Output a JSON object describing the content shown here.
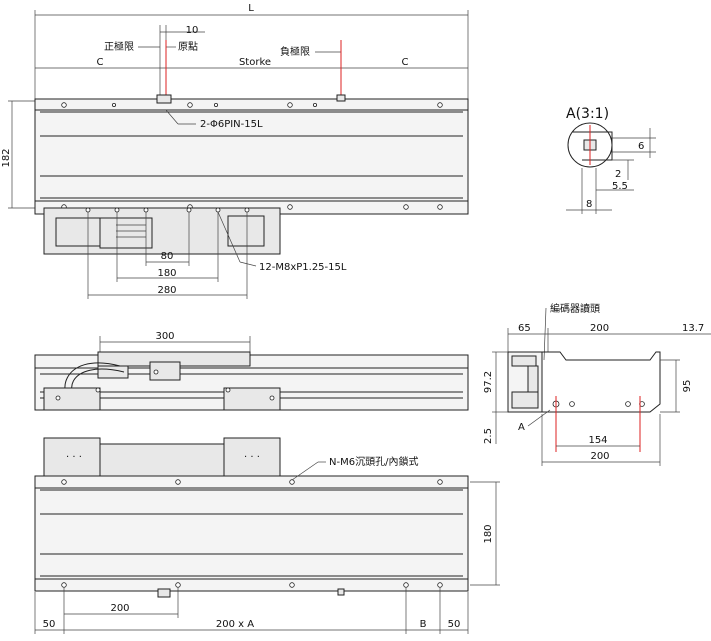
{
  "labels": {
    "L": "L",
    "d10": "10",
    "pos_limit": "正極限",
    "origin": "原點",
    "neg_limit": "負極限",
    "c_left": "C",
    "stroke": "Storke",
    "c_right": "C",
    "h182": "182",
    "pin": "2-Φ6PIN-15L",
    "d80": "80",
    "d180": "180",
    "d280": "280",
    "tap": "12-M8xP1.25-15L",
    "detail": "A(3:1)",
    "det6": "6",
    "det2": "2",
    "det55": "5.5",
    "det8": "8",
    "d300": "300",
    "encoder": "編碼器讀頭",
    "e65": "65",
    "e200": "200",
    "e137": "13.7",
    "e972": "97.2",
    "e95": "95",
    "e25": "2.5",
    "eA": "A",
    "e154": "154",
    "e200b": "200",
    "counterbore": "N-M6沉頭孔/內鎖式",
    "h180": "180",
    "b200": "200",
    "b50a": "50",
    "b200xA": "200 x A",
    "bB": "B",
    "b50b": "50"
  },
  "colors": {
    "line": "#222222",
    "accent": "#dd2222",
    "fill": "#f4f4f4"
  }
}
